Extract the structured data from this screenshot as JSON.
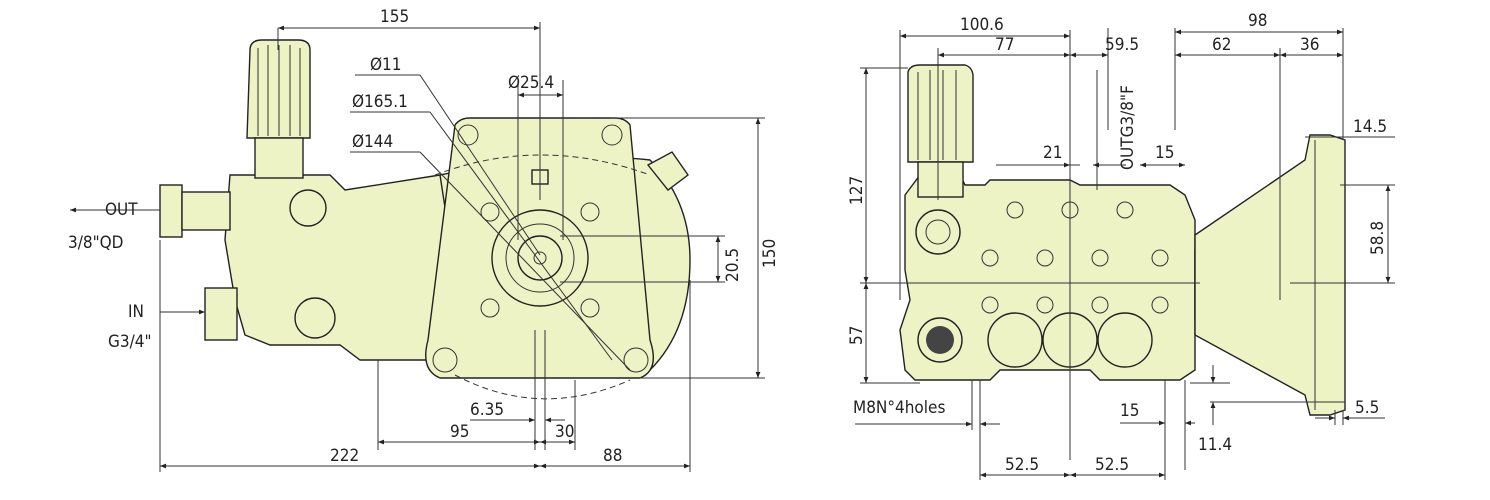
{
  "drawing": {
    "body_color": "#eef3c6",
    "left_view": {
      "dim_top": "155",
      "dia_shaft_hole": "Ø11",
      "dia_shaft": "Ø25.4",
      "dia_flange_outer": "Ø165.1",
      "dia_flange_pilot": "Ø144",
      "outlet_label": "OUT",
      "outlet_size": "3/8\"QD",
      "inlet_label": "IN",
      "inlet_size": "G3/4\"",
      "dim_key_height": "20.5",
      "dim_height": "150",
      "dim_key_width": "6.35",
      "dim_95": "95",
      "dim_30": "30",
      "dim_222": "222",
      "dim_88": "88"
    },
    "right_view": {
      "dim_100_6": "100.6",
      "dim_77": "77",
      "dim_59_5": "59.5",
      "dim_98": "98",
      "dim_62": "62",
      "dim_36": "36",
      "outlet_thread": "OUTG3/8\"F",
      "dim_21": "21",
      "dim_15_top": "15",
      "dim_14_5": "14.5",
      "dim_127": "127",
      "dim_58_8": "58.8",
      "dim_57": "57",
      "mount_holes": "M8N°4holes",
      "dim_15_bottom": "15",
      "dim_5_5": "5.5",
      "dim_11_4": "11.4",
      "dim_52_5_left": "52.5",
      "dim_52_5_right": "52.5"
    }
  }
}
